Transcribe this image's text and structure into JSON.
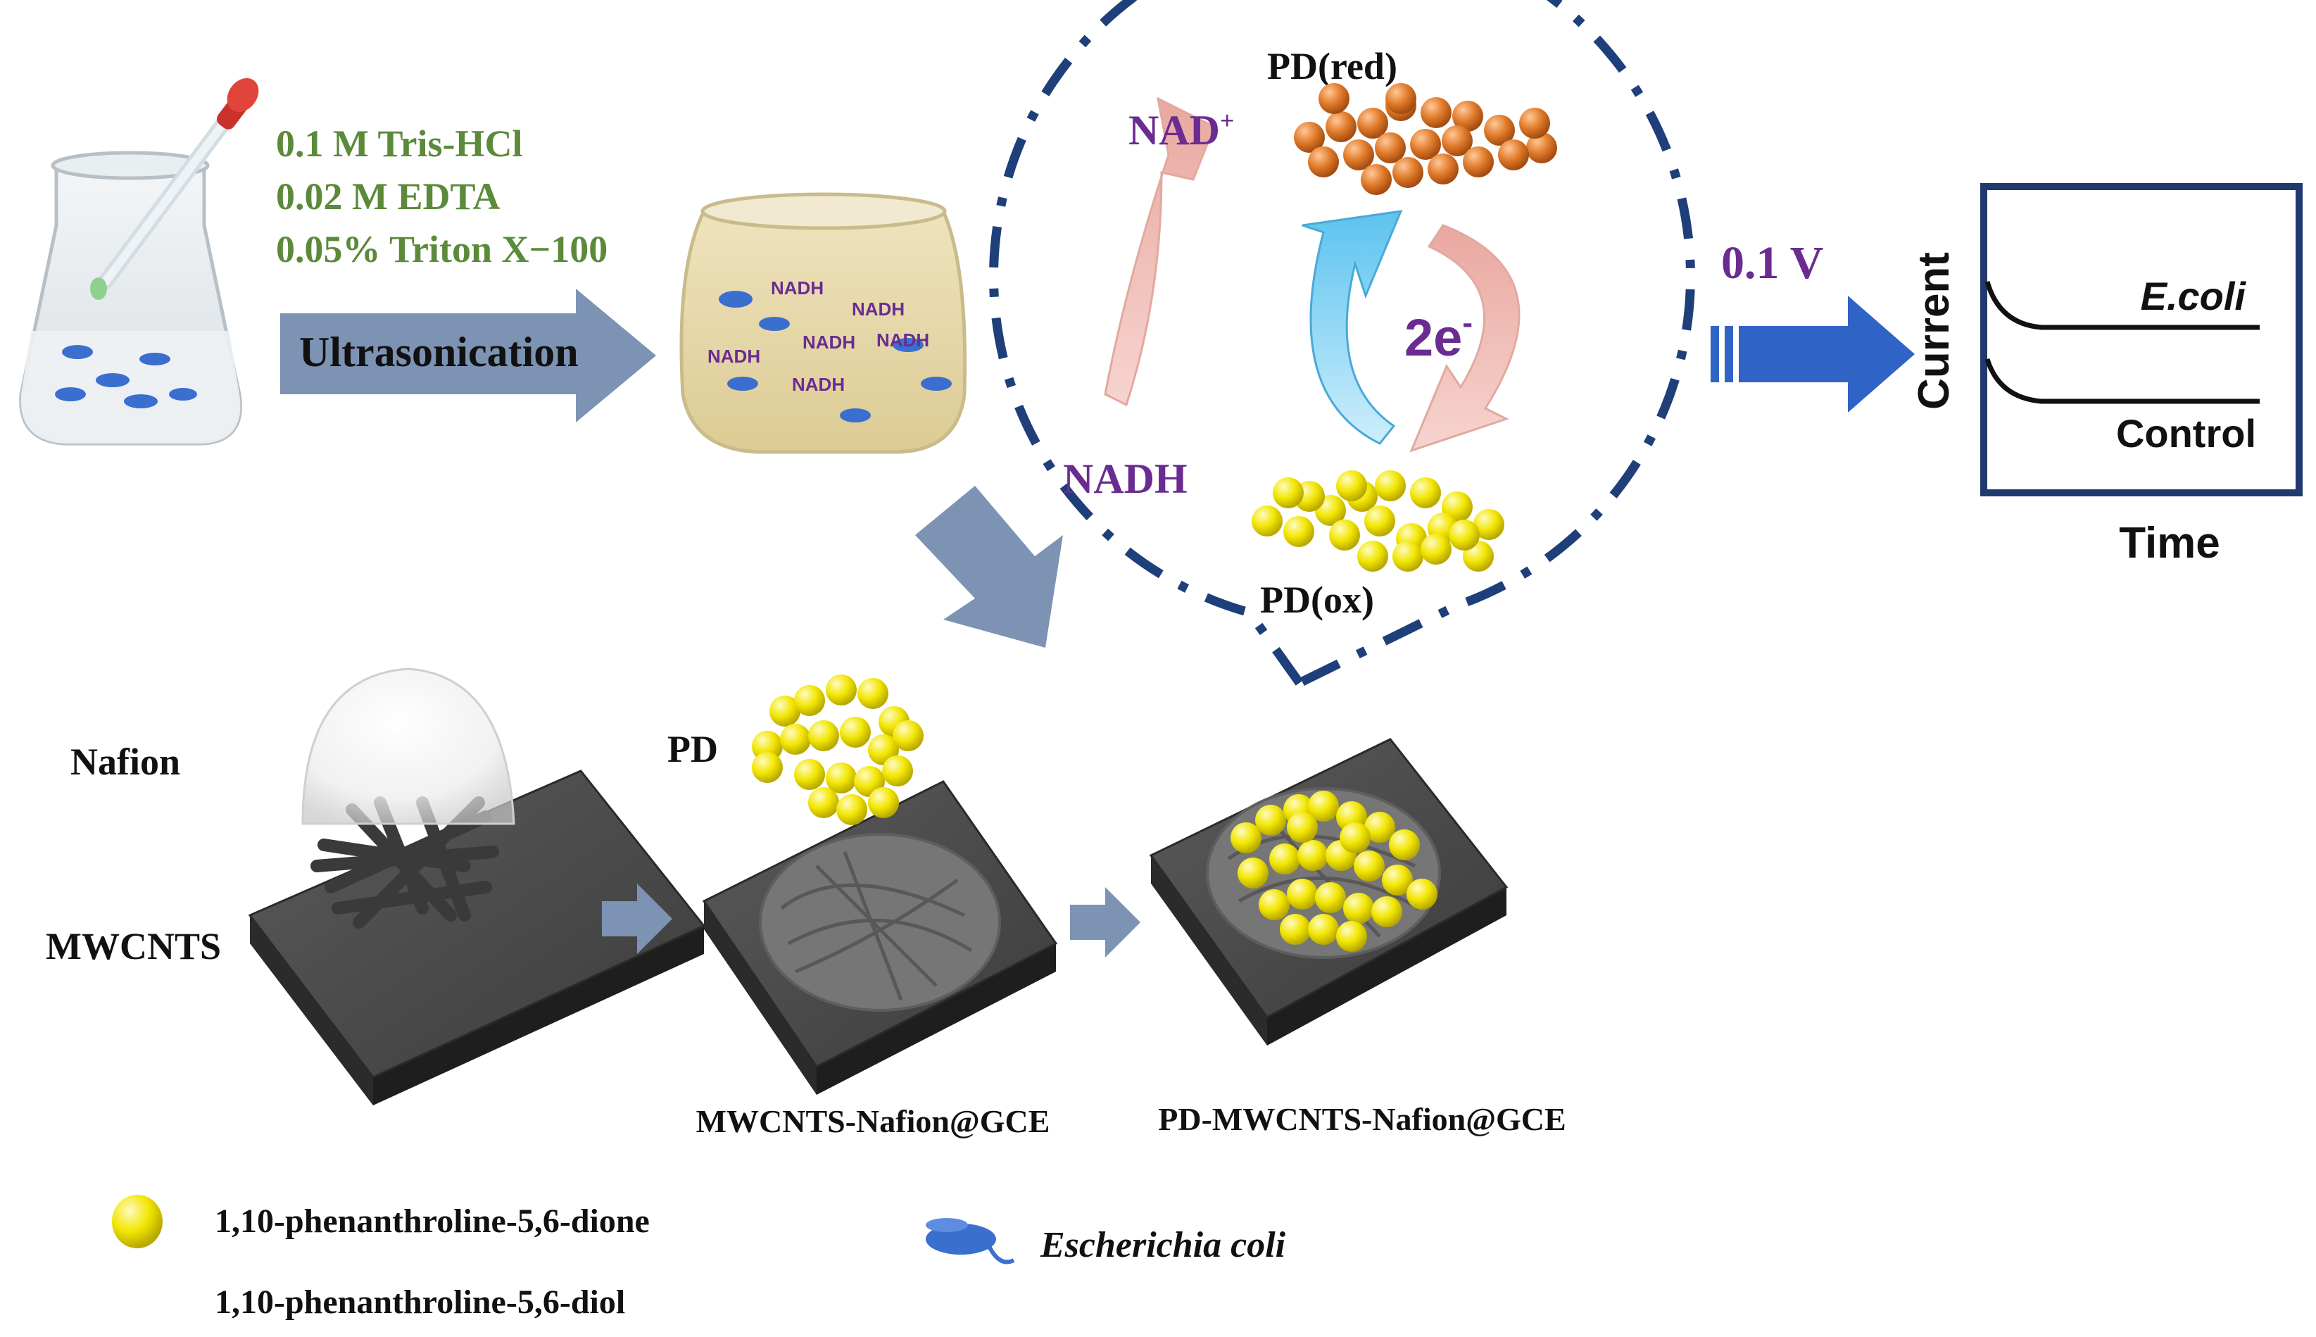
{
  "reagents": {
    "line1": "0.1 M Tris-HCl",
    "line2": "0.02 M EDTA",
    "line3": "0.05% Triton X−100",
    "color": "#5b8a3a"
  },
  "step_label": "Ultrasonication",
  "flask_labels": [
    "NADH",
    "NADH",
    "NADH",
    "NADH",
    "NADH",
    "NADH"
  ],
  "cycle": {
    "nad_plus": "NAD",
    "nad_plus_sup": "+",
    "nadh": "NADH",
    "pd_red": "PD(red)",
    "pd_ox": "PD(ox)",
    "electrons": "2e",
    "electrons_sup": "-",
    "purple": "#6a2c91"
  },
  "potential": "0.1 V",
  "graph": {
    "y_label": "Current",
    "x_label": "Time",
    "series": [
      "E.coli",
      "Control"
    ]
  },
  "electrode": {
    "nafion": "Nafion",
    "mwcnts": "MWCNTS",
    "pd": "PD",
    "step2": "MWCNTS-Nafion@GCE",
    "step3": "PD-MWCNTS-Nafion@GCE"
  },
  "legend": {
    "dione": "1,10-phenanthroline-5,6-dione",
    "diol": "1,10-phenanthroline-5,6-diol",
    "ecoli": "Escherichia coli"
  },
  "colors": {
    "arrow_blue": "#2f63c6",
    "slate_arrow": "#7d93b3",
    "dash_circle": "#1f3f7a",
    "yellow": "#f2e600",
    "orange": "#e07a2a",
    "frame": "#203a6e"
  }
}
